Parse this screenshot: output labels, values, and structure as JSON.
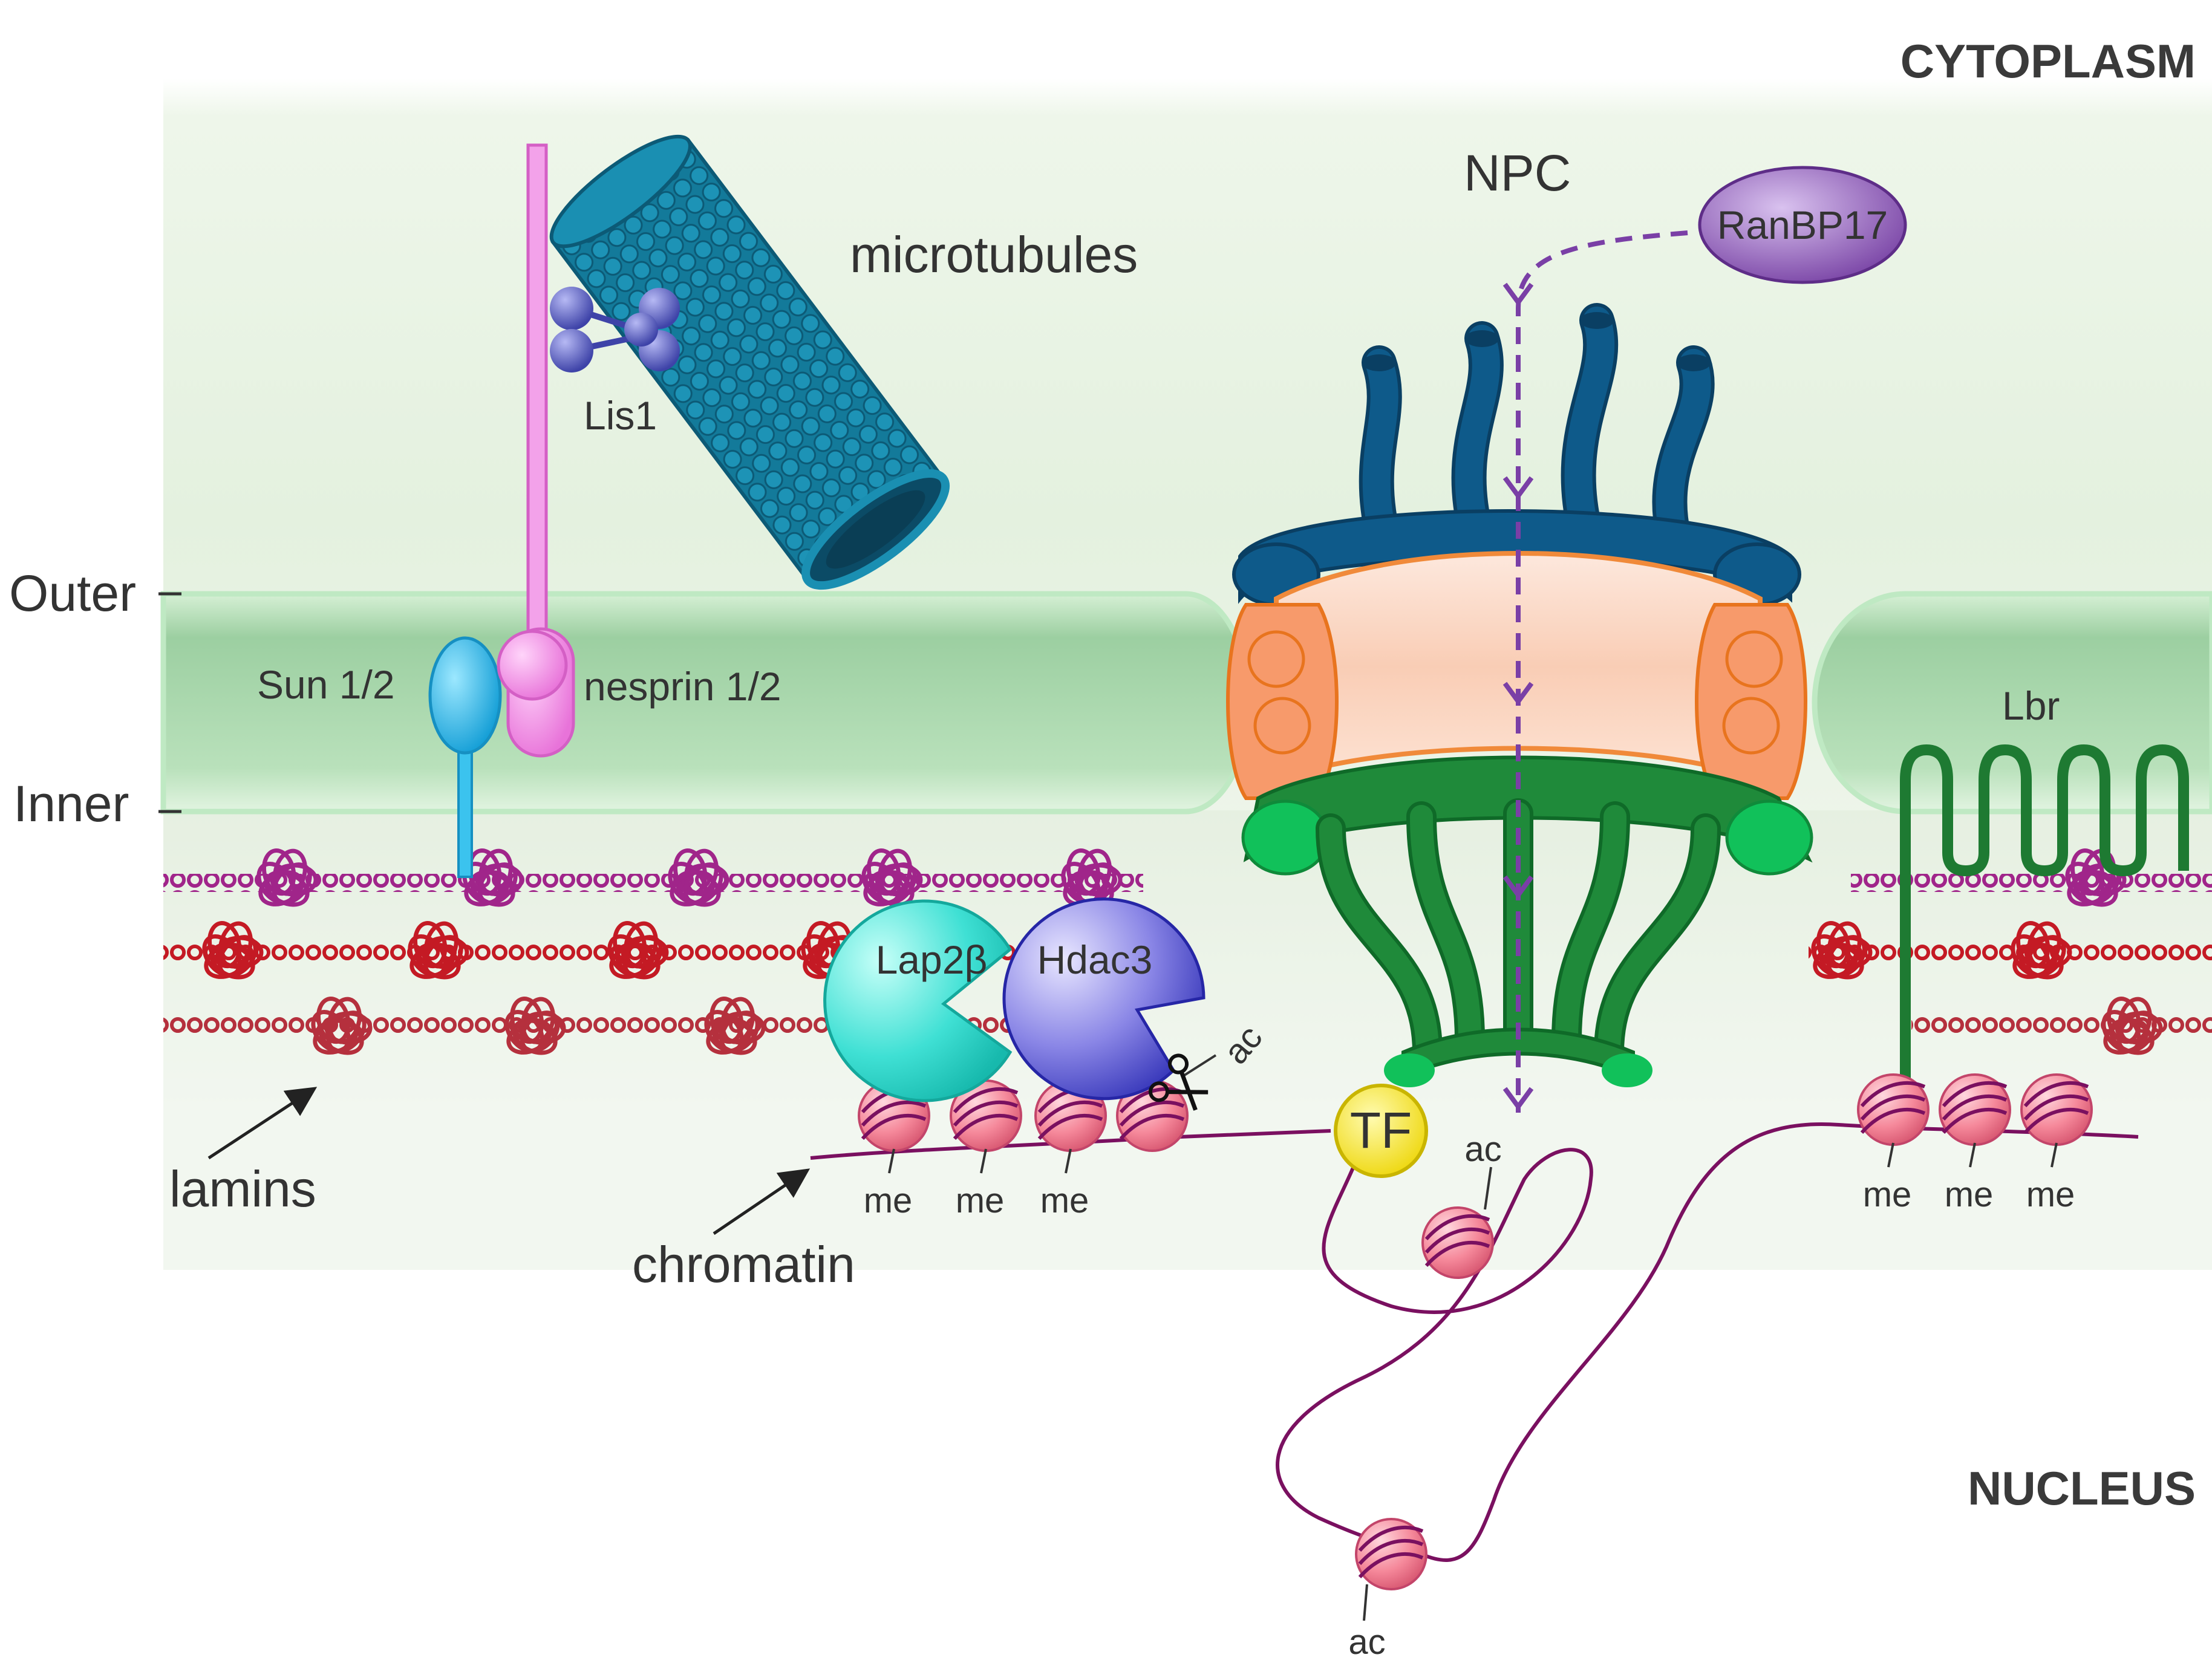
{
  "regions": {
    "cytoplasm": "CYTOPLASM",
    "nucleus": "NUCLEUS"
  },
  "membranes": {
    "outer": "Outer",
    "inner": "Inner"
  },
  "labels": {
    "npc": "NPC",
    "ranbp17": "RanBP17",
    "microtubules": "microtubules",
    "lis1": "Lis1",
    "sun": "Sun 1/2",
    "nesprin": "nesprin 1/2",
    "lbr": "Lbr",
    "lap2b": "Lap2β",
    "hdac3": "Hdac3",
    "tf": "TF",
    "lamins": "lamins",
    "chromatin": "chromatin",
    "me": "me",
    "ac": "ac"
  },
  "colors": {
    "membrane": "#9fd8a6",
    "npc_cytoplasmic": "#0e5a8a",
    "npc_core": "#f79a6b",
    "npc_nuclear": "#1f8a3a",
    "microtubule": "#137a9a",
    "sun": "#25b7e8",
    "nesprin": "#f28ee6",
    "lis1": "#4f55b8",
    "ranbp17": "#8d5bb3",
    "lap2b": "#2fd8cc",
    "hdac3": "#6a66d8",
    "tf": "#f4e81e",
    "lamin_a": "#a0258a",
    "lamin_b": "#c41a24",
    "lamin_c": "#b5303d",
    "nucleosome": "#f28a9a",
    "chromatin": "#7a1060"
  }
}
